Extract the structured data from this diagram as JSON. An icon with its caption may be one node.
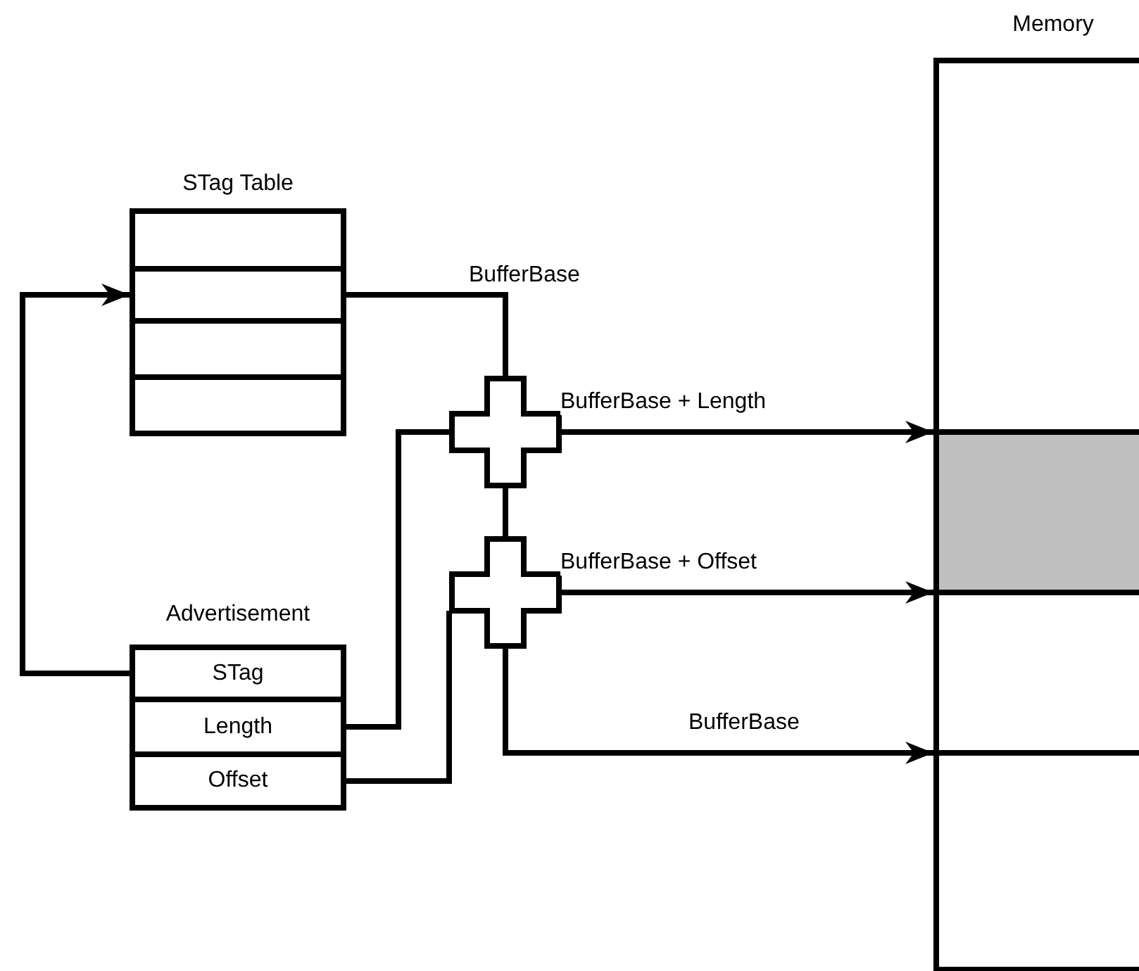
{
  "diagram": {
    "nodes": [
      {
        "text": [
          "STag Table"
        ]
      },
      {
        "text": [],
        "shape": "box",
        "in": 0
      },
      {
        "text": [],
        "shape": "box",
        "in": 0
      },
      {
        "text": [],
        "shape": "box",
        "in": 0
      },
      {
        "text": [],
        "shape": "box",
        "in": 0
      },
      {
        "text": [
          "Advertisement"
        ]
      },
      {
        "text": [
          "STag"
        ],
        "in": 5
      },
      {
        "text": [
          "Length"
        ],
        "in": 5
      },
      {
        "text": [
          "Offset"
        ],
        "in": 5
      },
      {
        "text": [],
        "shape": "cross"
      },
      {
        "text": [],
        "shape": "cross"
      },
      {
        "text": [
          "Memory"
        ]
      },
      {
        "text": [],
        "shape": "box",
        "in": 11
      },
      {
        "text": [],
        "shape": "box",
        "in": 11
      },
      {
        "text": [],
        "shape": "box",
        "in": 11
      },
      {
        "text": [],
        "shape": "box",
        "in": 11
      }
    ],
    "edges": [
      {
        "from": 6,
        "to": 2,
        "arrow": "to"
      },
      {
        "from": 2,
        "to": 9,
        "arrow": "none",
        "label": "BufferBase"
      },
      {
        "from": 7,
        "to": 9,
        "arrow": "none"
      },
      {
        "from": 8,
        "to": 10,
        "arrow": "none"
      },
      {
        "from": 9,
        "to": 10,
        "arrow": "none"
      },
      {
        "from": 9,
        "to": 11,
        "arrow": "to",
        "label": "BufferBase + Length"
      },
      {
        "from": 10,
        "to": 11,
        "arrow": "to",
        "label": "BufferBase + Offset"
      },
      {
        "from": 10,
        "to": 11,
        "arrow": "to",
        "label": "BufferBase"
      }
    ]
  }
}
